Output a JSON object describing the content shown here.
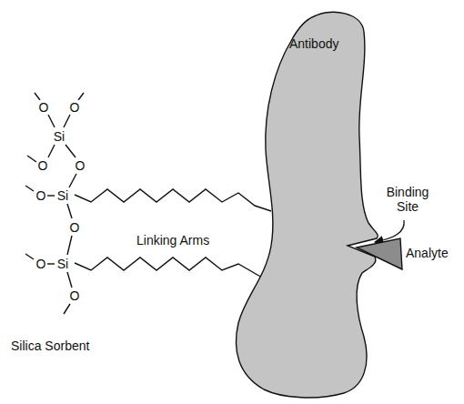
{
  "diagram": {
    "nodes": [
      {
        "text": [
          "Antibody"
        ]
      },
      {
        "text": [
          "Analyte"
        ]
      }
    ],
    "labels": [
      "O",
      "O",
      "Si",
      "O",
      "O",
      "O",
      "Si",
      "O",
      "O",
      "Si",
      "O",
      "Linking Arms",
      "Binding Site",
      "Silica Sorbent"
    ]
  }
}
